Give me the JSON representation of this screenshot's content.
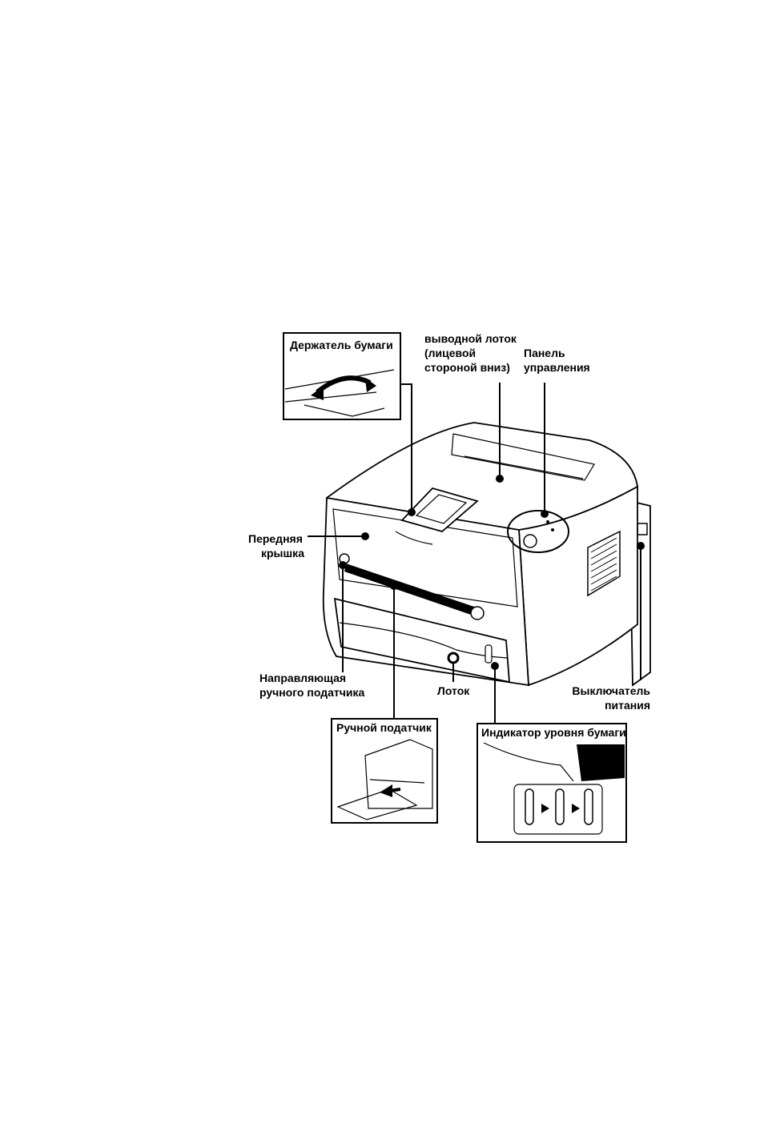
{
  "labels": {
    "paper_holder": "Держатель бумаги",
    "output_tray_1": "выводной лоток",
    "output_tray_2": "(лицевой",
    "output_tray_3": "стороной вниз)",
    "control_panel_1": "Панель",
    "control_panel_2": "управления",
    "front_cover_1": "Передняя",
    "front_cover_2": "крышка",
    "manual_guide_1": "Направляющая",
    "manual_guide_2": "ручного податчика",
    "tray": "Лоток",
    "power_switch_1": "Выключатель",
    "power_switch_2": "питания",
    "manual_feeder": "Ручной податчик",
    "paper_level": "Индикатор уровня бумаги"
  }
}
